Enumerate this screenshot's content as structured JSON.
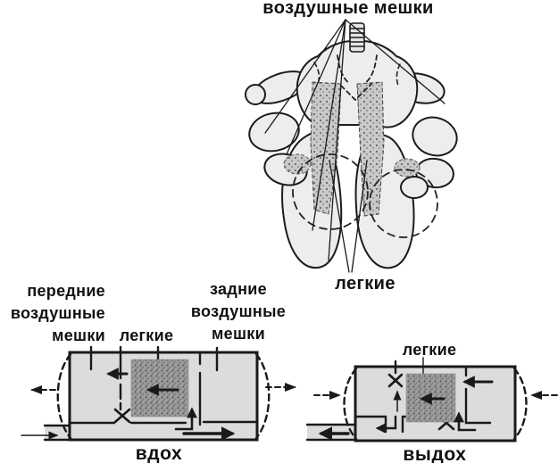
{
  "overview": {
    "title": "воздушные мешки",
    "lungs_label": "легкие"
  },
  "inhale": {
    "anterior_label_lines": [
      "передние",
      "воздушные",
      "мешки"
    ],
    "lungs_label": "легкие",
    "posterior_label_lines": [
      "задние",
      "воздушные",
      "мешки"
    ],
    "caption": "вдох"
  },
  "exhale": {
    "lungs_label": "легкие",
    "caption": "выдох"
  },
  "colors": {
    "line": "#1a1a1a",
    "cylinder_fill": "#dcdcdc",
    "lung_stipple_base": "#9e9e9e",
    "sac_fill": "#ededed",
    "background": "#ffffff"
  }
}
